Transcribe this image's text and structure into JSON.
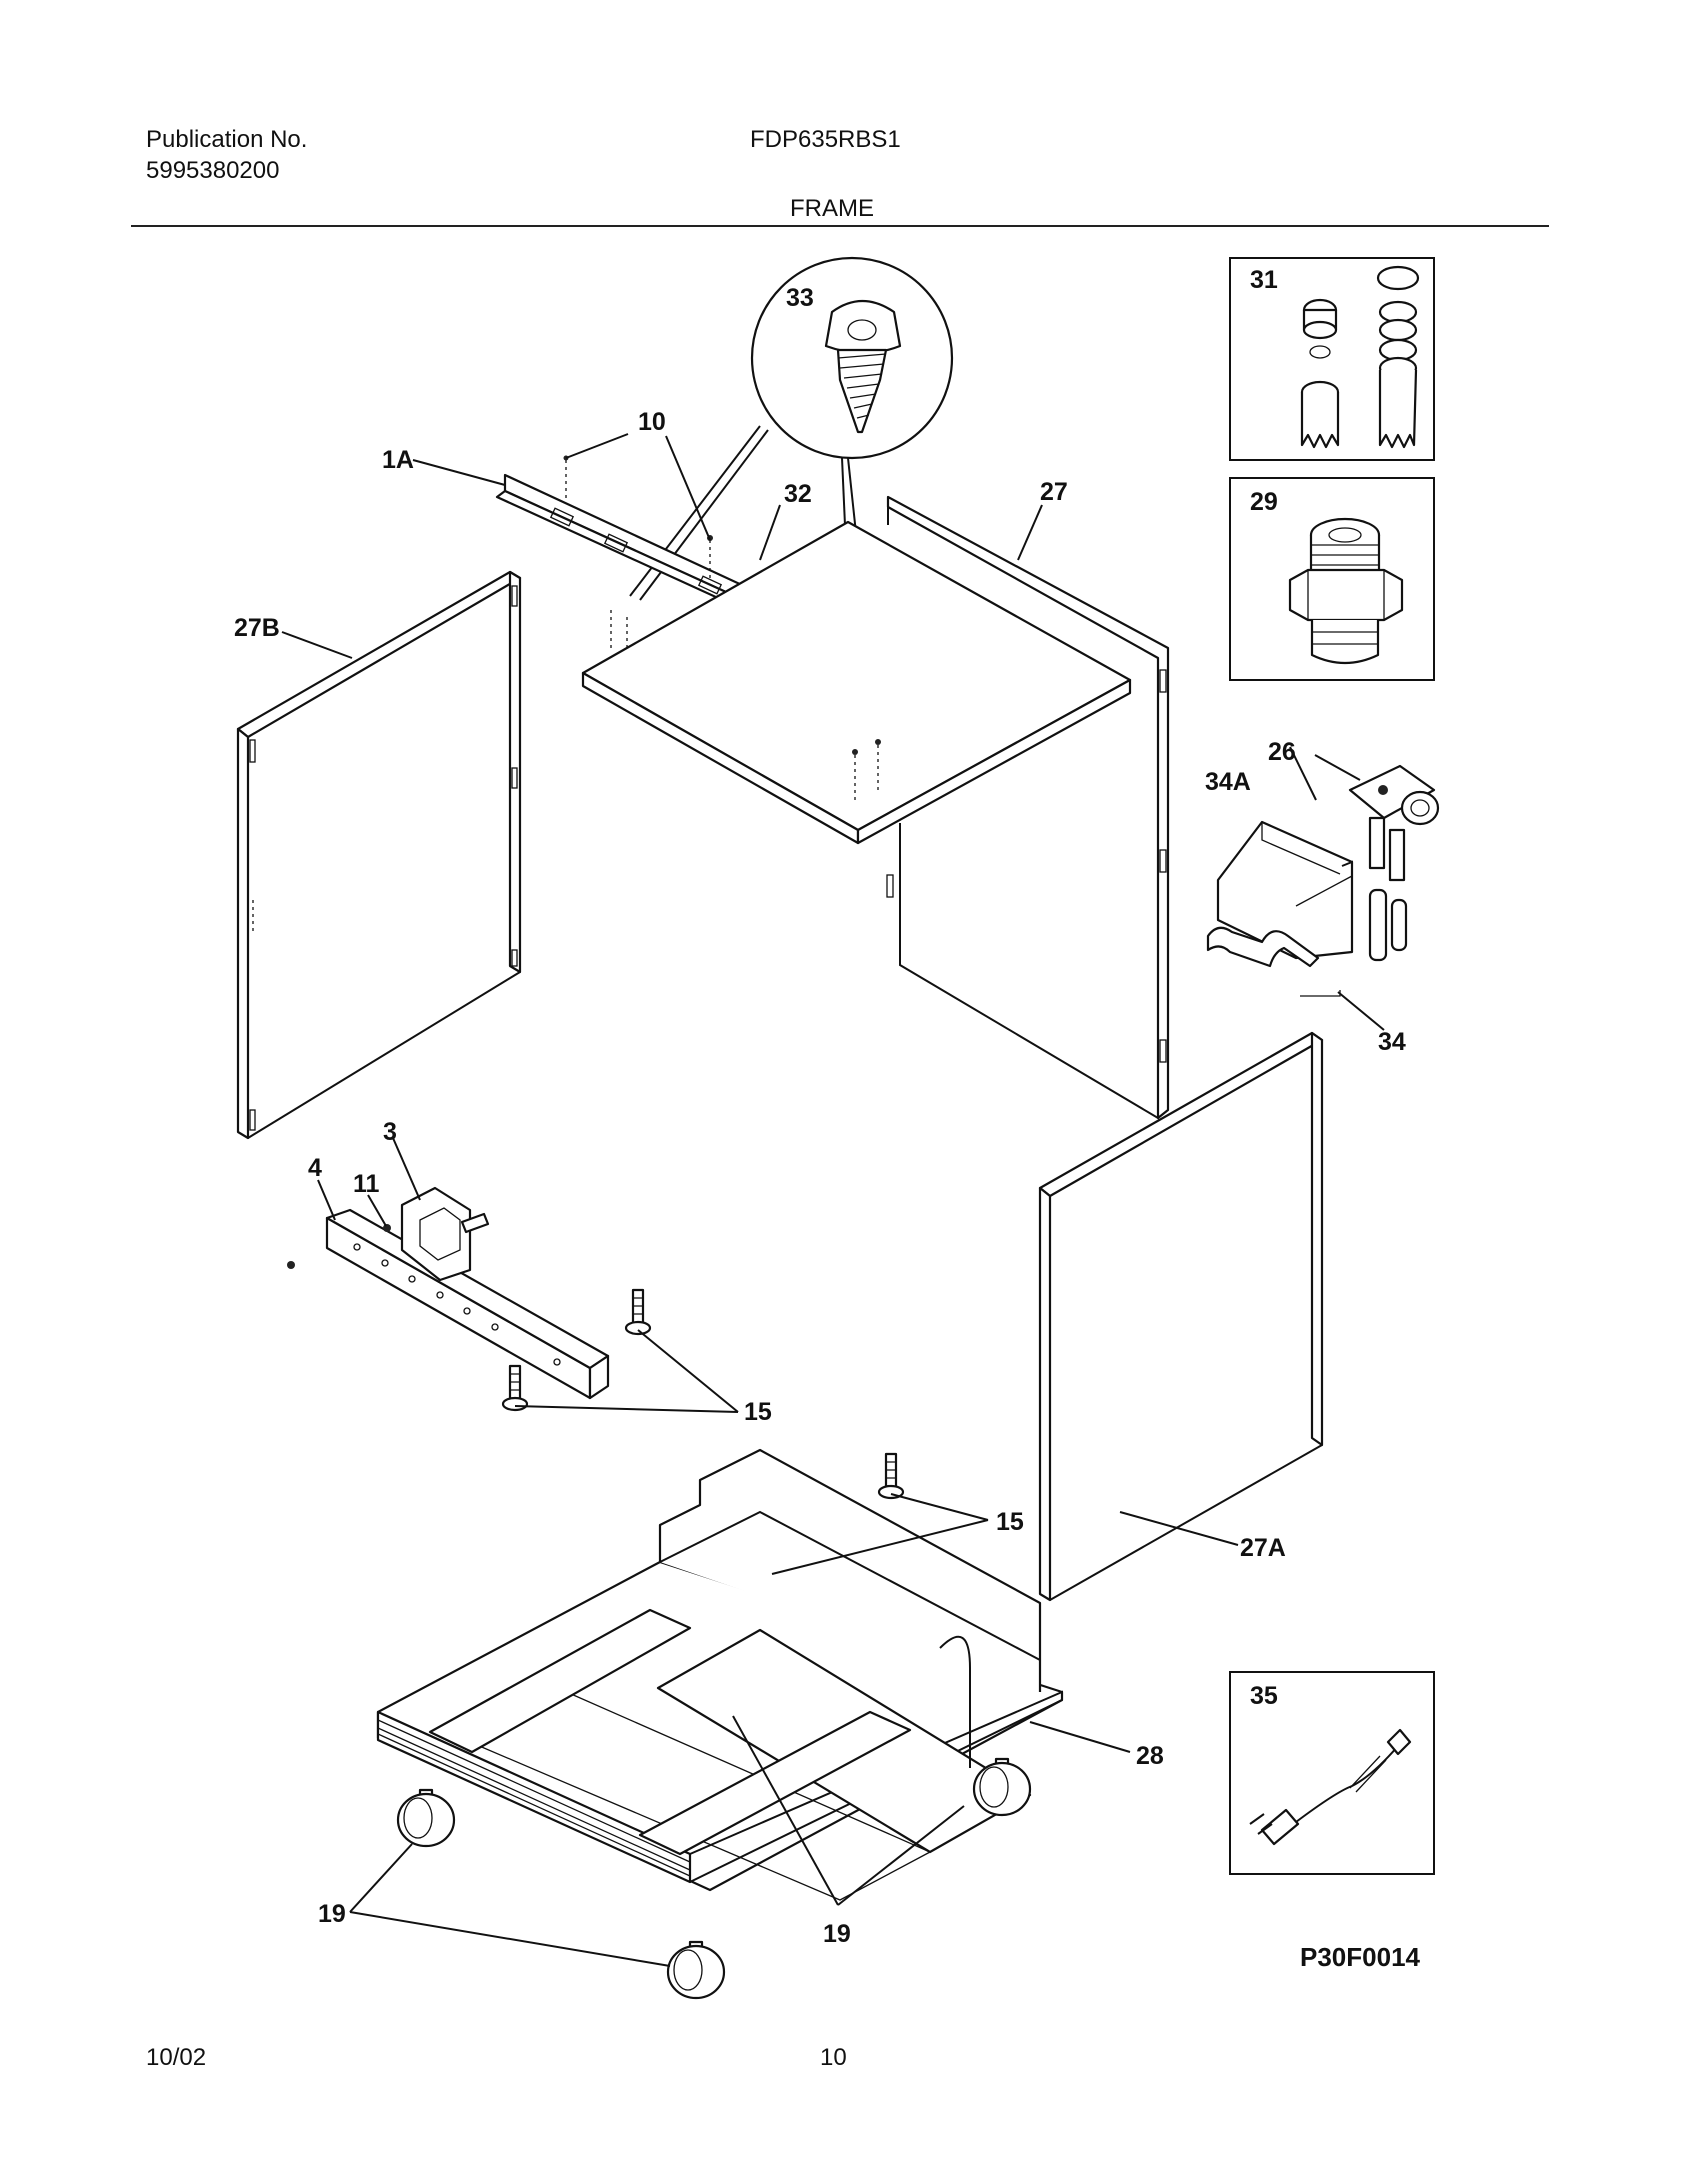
{
  "header": {
    "publication_label": "Publication No.",
    "publication_number": "5995380200",
    "model": "FDP635RBS1",
    "section_title": "FRAME"
  },
  "callouts": {
    "c1A": "1A",
    "c10": "10",
    "c32": "32",
    "c33": "33",
    "c27": "27",
    "c27B": "27B",
    "c31": "31",
    "c29": "29",
    "c26": "26",
    "c34A": "34A",
    "c34": "34",
    "c3": "3",
    "c11": "11",
    "c4": "4",
    "c15a": "15",
    "c15b": "15",
    "c27A": "27A",
    "c28": "28",
    "c35": "35",
    "c19a": "19",
    "c19b": "19"
  },
  "diagram_code": "P30F0014",
  "footer": {
    "date": "10/02",
    "page_number": "10"
  }
}
